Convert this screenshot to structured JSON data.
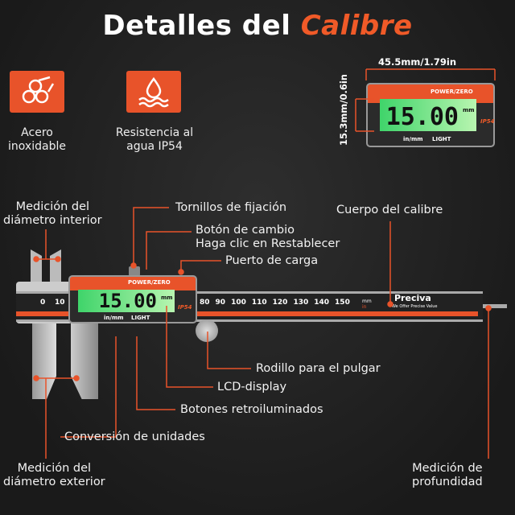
{
  "title": {
    "main": "Detalles del",
    "accent": "Calibre"
  },
  "colors": {
    "accent": "#f05a28",
    "lcd": "#7be88a",
    "background": "#222222"
  },
  "features": [
    {
      "icon": "steel-bars-icon",
      "label1": "Acero",
      "label2": "inoxidable"
    },
    {
      "icon": "water-drop-icon",
      "label1": "Resistencia al",
      "label2": "agua IP54"
    }
  ],
  "dimensions": {
    "width": "45.5mm/1.79in",
    "height": "15.3mm/0.6in"
  },
  "display": {
    "reading": "15.00",
    "unit": "mm",
    "power": "POWER/ZERO",
    "ip": "IP54",
    "inmm": "in/mm",
    "light": "LIGHT"
  },
  "scale": {
    "ticks": [
      "0",
      "10",
      "80",
      "90",
      "100",
      "110",
      "120",
      "130",
      "140",
      "150"
    ],
    "unit_mm": "mm",
    "unit_in": "in"
  },
  "brand": {
    "name": "Preciva",
    "tagline": "We Offer Precise Value"
  },
  "callouts": {
    "inner": [
      "Medición del",
      "diámetro interior"
    ],
    "screws": "Tornillos de fijación",
    "switch": [
      "Botón de cambio",
      "Haga clic en Restablecer"
    ],
    "port": "Puerto de carga",
    "body": "Cuerpo del calibre",
    "roller": "Rodillo para el pulgar",
    "lcd": "LCD-display",
    "backlight": "Botones retroiluminados",
    "conversion": "Conversión de unidades",
    "outer": [
      "Medición del",
      "diámetro exterior"
    ],
    "depth": [
      "Medición de",
      "profundidad"
    ]
  }
}
